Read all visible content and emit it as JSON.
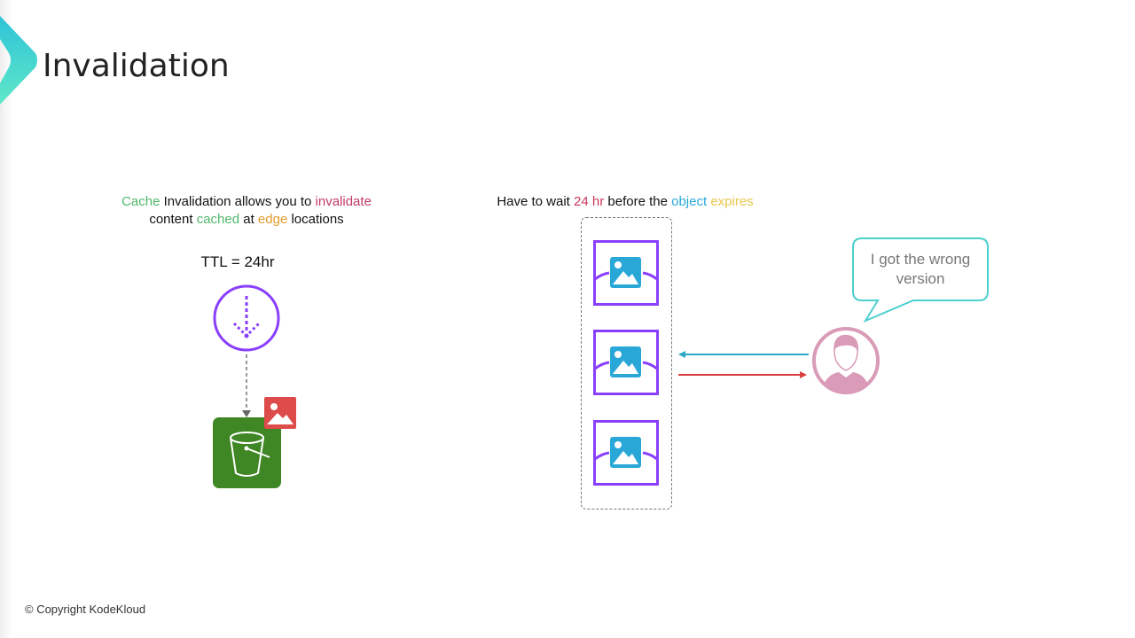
{
  "title": "Invalidation",
  "left": {
    "line1": [
      {
        "t": "Cache",
        "c": "green"
      },
      {
        "t": " Invalidation allows you to ",
        "c": ""
      },
      {
        "t": "invalidate",
        "c": "pink"
      }
    ],
    "line2": [
      {
        "t": "content ",
        "c": ""
      },
      {
        "t": "cached",
        "c": "green"
      },
      {
        "t": " at ",
        "c": ""
      },
      {
        "t": "edge",
        "c": "orange"
      },
      {
        "t": " locations",
        "c": ""
      }
    ],
    "ttl": "TTL = 24hr"
  },
  "right": {
    "line1": [
      {
        "t": "Have to wait ",
        "c": ""
      },
      {
        "t": "24 hr",
        "c": "red"
      },
      {
        "t": " before the ",
        "c": ""
      },
      {
        "t": "object",
        "c": "blue"
      },
      {
        "t": " ",
        "c": ""
      },
      {
        "t": "expires",
        "c": "yellow"
      }
    ],
    "bubble": [
      "I got the wrong",
      "version"
    ]
  },
  "footer": "© Copyright KodeKloud",
  "colors": {
    "accent": "#3fd6d0",
    "purple": "#8a3ffc",
    "s3": "#3f8624",
    "image_red": "#dd4b4b",
    "image_blue": "#29a8d8",
    "user": "#d99bb8"
  }
}
